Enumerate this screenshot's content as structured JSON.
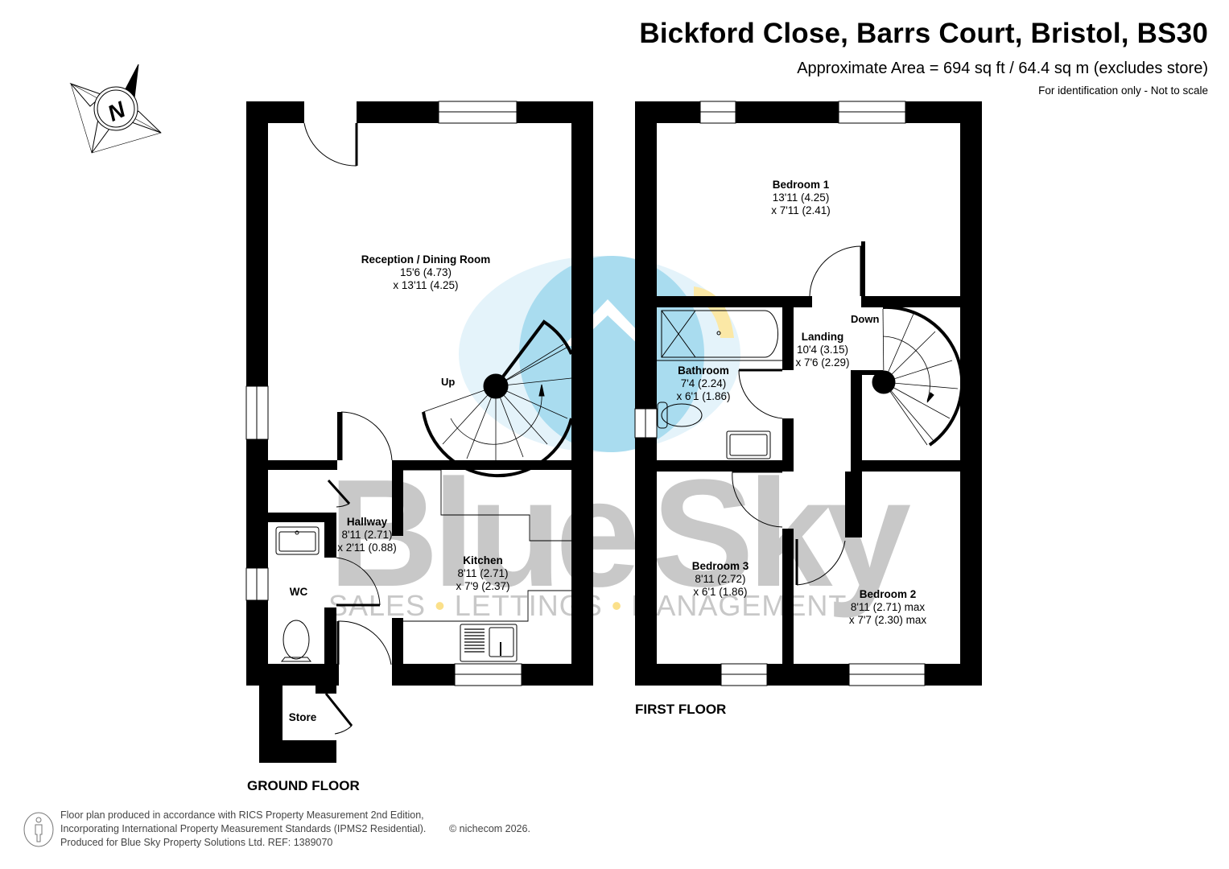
{
  "header": {
    "title": "Bickford Close, Barrs Court, Bristol, BS30",
    "area": "Approximate Area = 694 sq ft / 64.4 sq m (excludes store)",
    "disclaimer": "For identification only - Not to scale"
  },
  "compass": {
    "label": "N",
    "icon": "north-arrow-compass"
  },
  "watermark": {
    "brand": "Blue Sky",
    "word1": "Blue",
    "word2": "Sky",
    "tagline": "SALES • LETTINGS • MANAGEMENT",
    "colors": {
      "text": "#c8c8c8",
      "logo_blue": "#a9dcef",
      "logo_light": "#d9eff8",
      "logo_yellow": "#fbe8a6"
    }
  },
  "ground_floor": {
    "label": "GROUND FLOOR",
    "rooms": [
      {
        "name": "Reception / Dining Room",
        "dim1": "15'6 (4.73)",
        "dim2": "x 13'11 (4.25)"
      },
      {
        "name": "Hallway",
        "dim1": "8'11 (2.71)",
        "dim2": "x 2'11 (0.88)"
      },
      {
        "name": "Kitchen",
        "dim1": "8'11 (2.71)",
        "dim2": "x 7'9 (2.37)"
      },
      {
        "name": "WC"
      },
      {
        "name": "Store"
      }
    ],
    "stairs_label": "Up"
  },
  "first_floor": {
    "label": "FIRST FLOOR",
    "rooms": [
      {
        "name": "Bedroom 1",
        "dim1": "13'11 (4.25)",
        "dim2": "x 7'11 (2.41)"
      },
      {
        "name": "Landing",
        "dim1": "10'4 (3.15)",
        "dim2": "x 7'6 (2.29)"
      },
      {
        "name": "Bathroom",
        "dim1": "7'4 (2.24)",
        "dim2": "x 6'1 (1.86)"
      },
      {
        "name": "Bedroom 3",
        "dim1": "8'11 (2.72)",
        "dim2": "x 6'1 (1.86)"
      },
      {
        "name": "Bedroom 2",
        "dim1": "8'11 (2.71) max",
        "dim2": "x 7'7 (2.30) max"
      }
    ],
    "stairs_label": "Down"
  },
  "footer": {
    "line1": "Floor plan produced in accordance with RICS Property Measurement 2nd Edition,",
    "line2": "Incorporating International Property Measurement Standards (IPMS2 Residential).",
    "line3": "Produced for Blue Sky Property Solutions Ltd.   REF:  1389070",
    "copyright": "© nichecom 2026."
  }
}
